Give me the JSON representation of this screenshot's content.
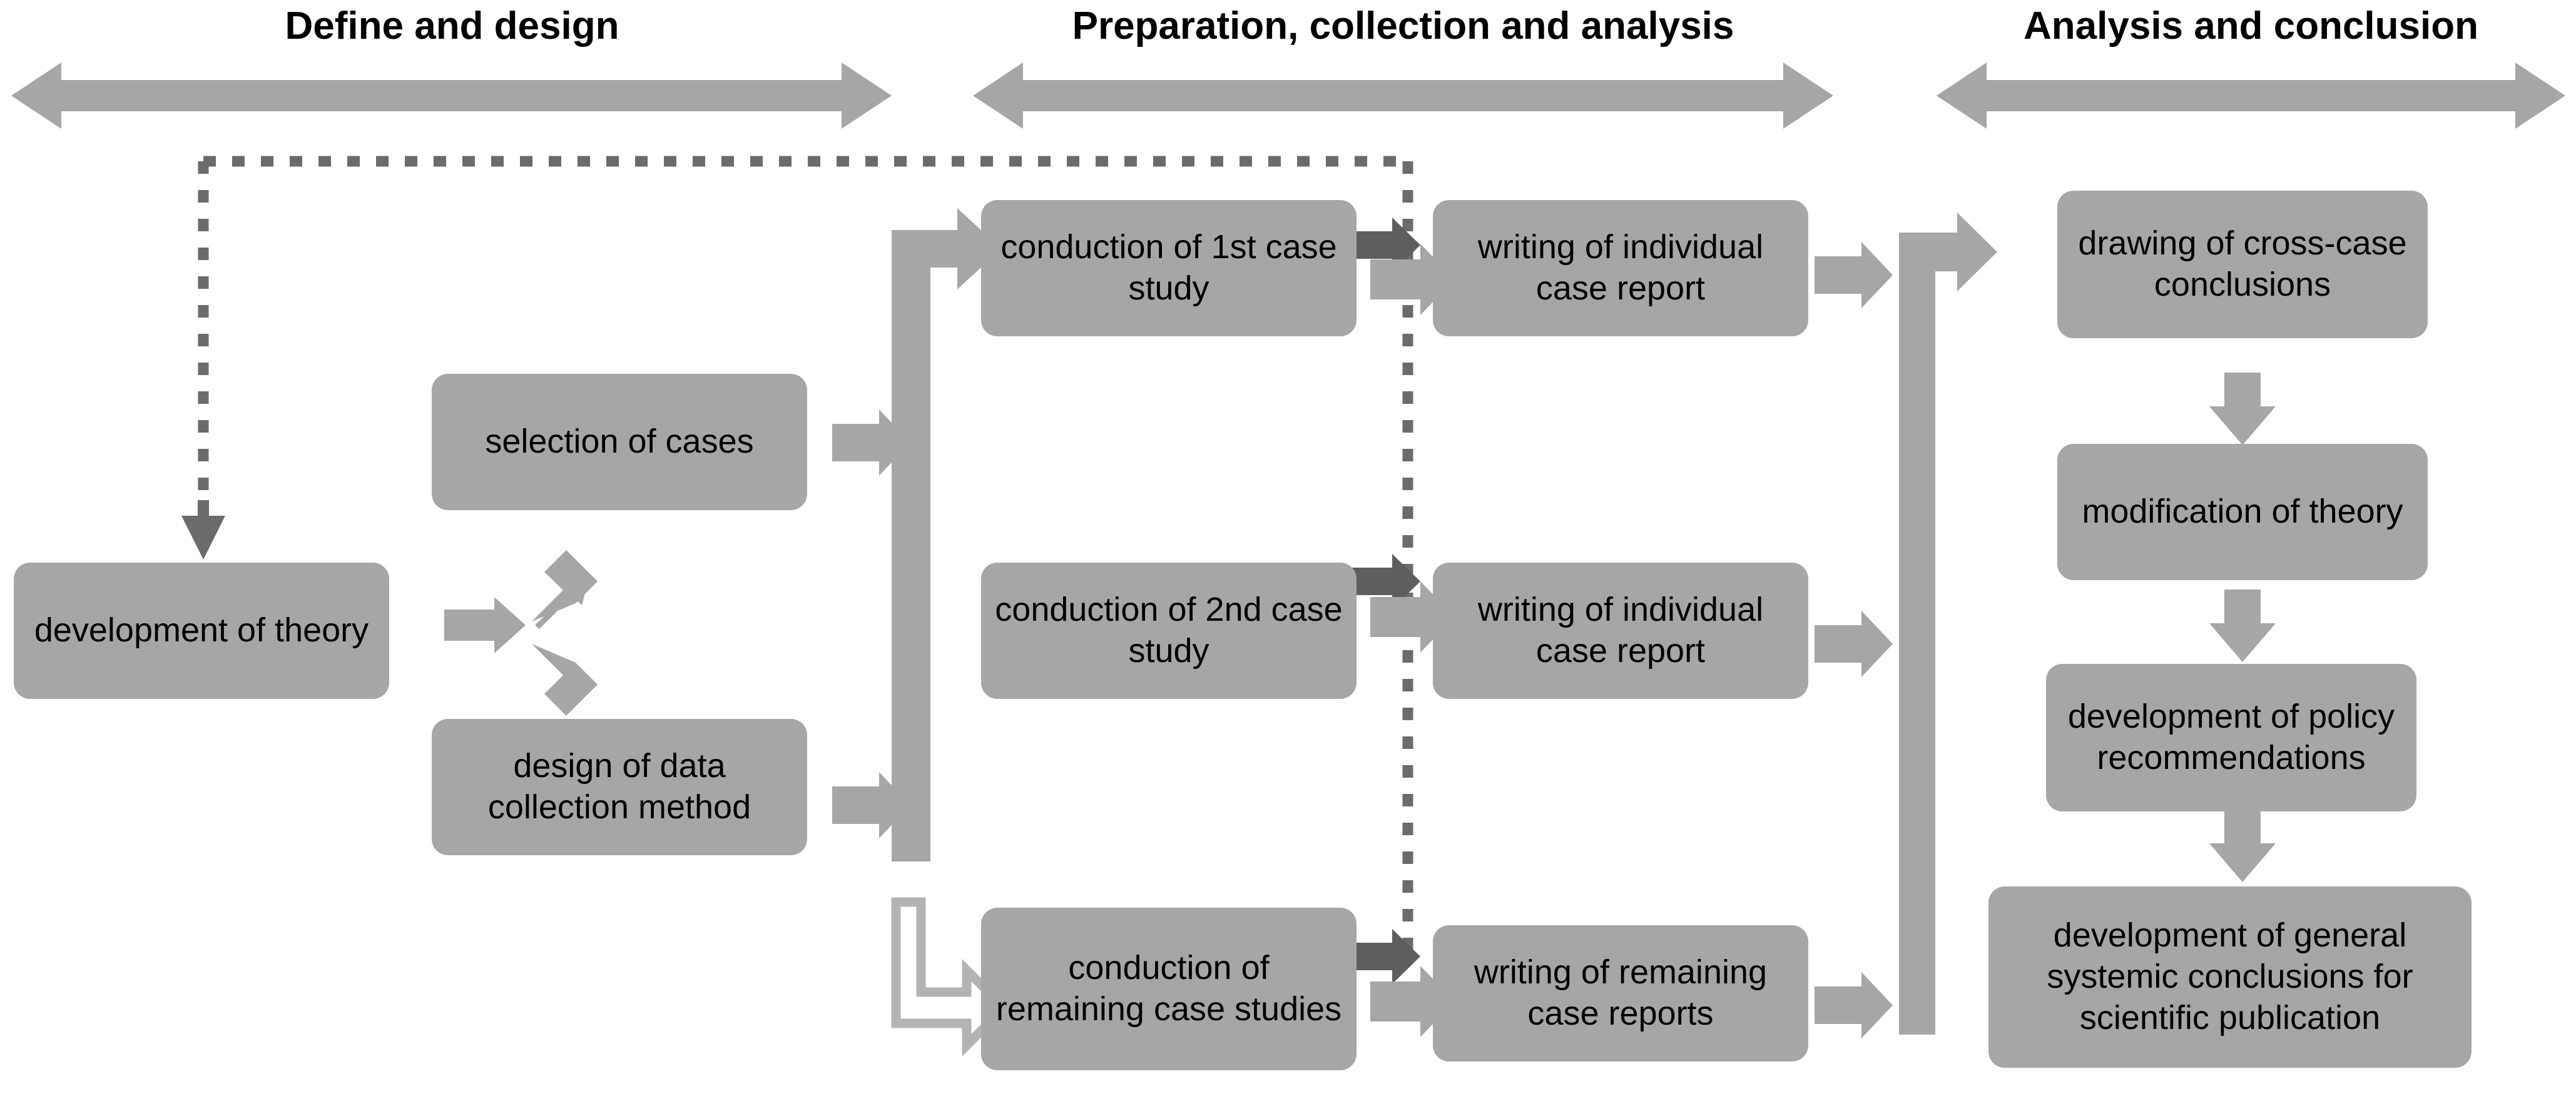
{
  "diagram": {
    "title_phases": [
      {
        "id": "phase-define",
        "label": "Define and design"
      },
      {
        "id": "phase-preparation",
        "label": "Preparation, collection and analysis"
      },
      {
        "id": "phase-analysis",
        "label": "Analysis and conclusion"
      }
    ],
    "colors": {
      "box_fill": "#A6A6A6",
      "arrow_fill": "#A6A6A6",
      "dark_arrow_fill": "#5E5E5E",
      "dotted_line": "#6B6B6B",
      "text": "#000000",
      "background": "#FFFFFF"
    },
    "nodes": [
      {
        "id": "development-of-theory",
        "label": "development of theory",
        "column": 1
      },
      {
        "id": "selection-of-cases",
        "label": "selection of cases",
        "column": 2
      },
      {
        "id": "design-of-data-collection-method",
        "label": "design of data collection method",
        "column": 2
      },
      {
        "id": "conduction-of-1st-case-study",
        "label": "conduction of 1st case study",
        "column": 3
      },
      {
        "id": "conduction-of-2nd-case-study",
        "label": "conduction of 2nd case study",
        "column": 3
      },
      {
        "id": "conduction-of-remaining-case-studies",
        "label": "conduction of remaining case studies",
        "column": 3
      },
      {
        "id": "writing-of-individual-case-report-1",
        "label": "writing of individual case report",
        "column": 4
      },
      {
        "id": "writing-of-individual-case-report-2",
        "label": "writing of individual case report",
        "column": 4
      },
      {
        "id": "writing-of-remaining-case-reports",
        "label": "writing of remaining case reports",
        "column": 4
      },
      {
        "id": "drawing-of-cross-case-conclusions",
        "label": "drawing of cross-case conclusions",
        "column": 5
      },
      {
        "id": "modification-of-theory",
        "label": "modification of theory",
        "column": 5
      },
      {
        "id": "development-of-policy-recommendations",
        "label": "development of policy recommendations",
        "column": 5
      },
      {
        "id": "development-of-general-systemic-conclusions",
        "label": "development of general systemic conclusions for scientific publication",
        "column": 5
      }
    ],
    "connectors": [
      {
        "id": "feedback-dotted-line",
        "kind": "dotted-feedback",
        "from": "case-study-reports",
        "to": "development-of-theory"
      },
      {
        "id": "theory-branch-arrow",
        "kind": "branch",
        "from": "development-of-theory",
        "to": [
          "selection-of-cases",
          "design-of-data-collection-method"
        ]
      },
      {
        "id": "selection-to-bus-arrow",
        "kind": "arrow",
        "from": "selection-of-cases",
        "to": "case-bus"
      },
      {
        "id": "design-to-bus-arrow",
        "kind": "arrow",
        "from": "design-of-data-collection-method",
        "to": "case-bus"
      },
      {
        "id": "case-bus-to-1st-case-study",
        "kind": "elbow-arrow",
        "from": "case-bus",
        "to": "conduction-of-1st-case-study"
      },
      {
        "id": "case-bus-to-remaining-case-studies",
        "kind": "hollow-elbow-arrow",
        "from": "case-bus",
        "to": "conduction-of-remaining-case-studies"
      },
      {
        "id": "report-bus-to-cross-case-conclusions",
        "kind": "elbow-arrow",
        "from": "report-bus",
        "to": "drawing-of-cross-case-conclusions"
      },
      {
        "id": "cross-case-to-modification",
        "kind": "down-arrow",
        "from": "drawing-of-cross-case-conclusions",
        "to": "modification-of-theory"
      },
      {
        "id": "modification-to-policy",
        "kind": "down-arrow",
        "from": "modification-of-theory",
        "to": "development-of-policy-recommendations"
      },
      {
        "id": "policy-to-general-conclusions",
        "kind": "down-arrow",
        "from": "development-of-policy-recommendations",
        "to": "development-of-general-systemic-conclusions"
      }
    ]
  }
}
